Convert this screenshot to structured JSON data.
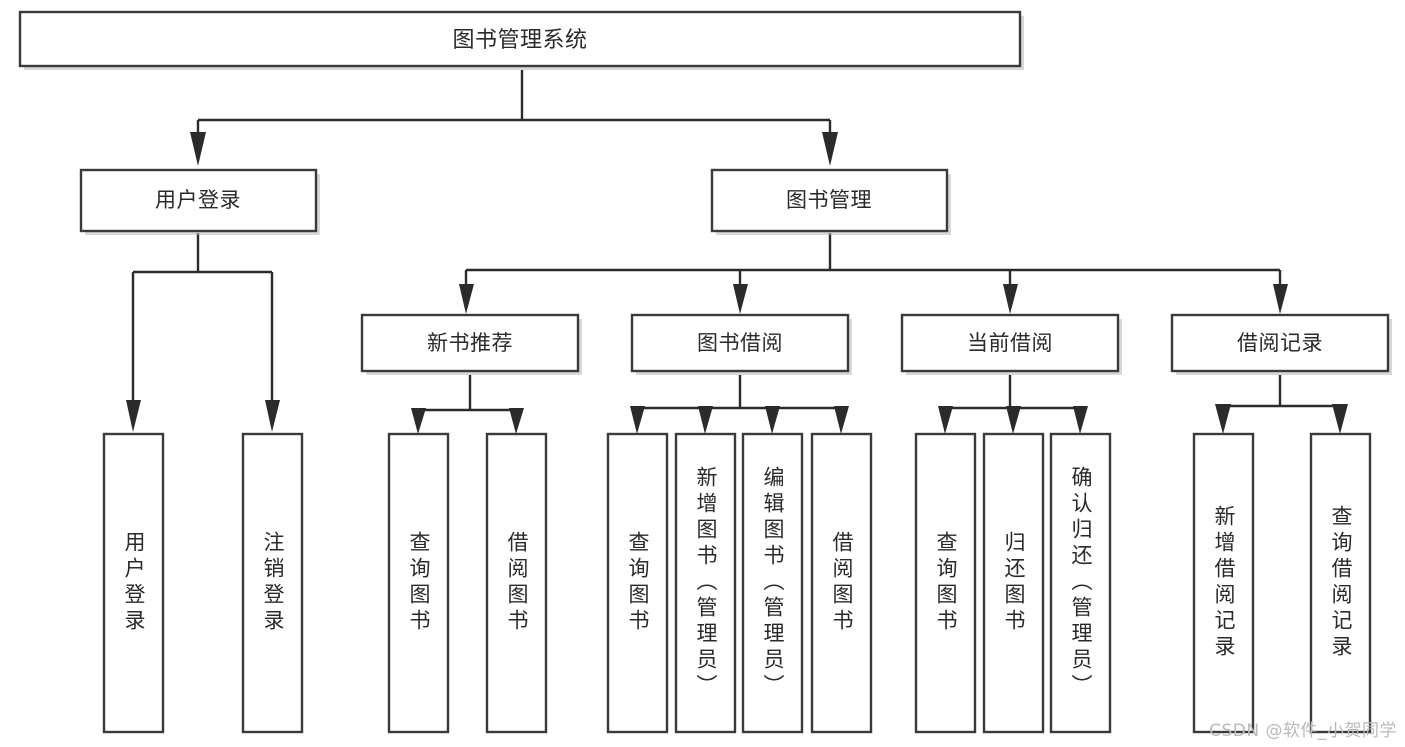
{
  "diagram": {
    "title": "图书管理系统",
    "type": "tree",
    "orientation": "top-down",
    "colors": {
      "box_fill": "#ffffff",
      "box_stroke": "#3a3a3a",
      "connector": "#2b2b2b",
      "text": "#2a2a2a",
      "watermark": "#b9b9b9",
      "background": "#ffffff"
    },
    "root": {
      "label": "图书管理系统"
    },
    "level1": [
      {
        "label": "用户登录"
      },
      {
        "label": "图书管理"
      }
    ],
    "level2": [
      {
        "label": "新书推荐"
      },
      {
        "label": "图书借阅"
      },
      {
        "label": "当前借阅"
      },
      {
        "label": "借阅记录"
      }
    ],
    "leaves": {
      "user_login": [
        {
          "label": "用户登录"
        },
        {
          "label": "注销登录"
        }
      ],
      "new_book_recommend": [
        {
          "label": "查询图书"
        },
        {
          "label": "借阅图书"
        }
      ],
      "book_borrow": [
        {
          "label": "查询图书"
        },
        {
          "label": "新增图书（管理员）"
        },
        {
          "label": "编辑图书（管理员）"
        },
        {
          "label": "借阅图书"
        }
      ],
      "current_borrow": [
        {
          "label": "查询图书"
        },
        {
          "label": "归还图书"
        },
        {
          "label": "确认归还（管理员）"
        }
      ],
      "borrow_record": [
        {
          "label": "新增借阅记录"
        },
        {
          "label": "查询借阅记录"
        }
      ]
    },
    "watermark": "CSDN @软件_小贺同学"
  }
}
